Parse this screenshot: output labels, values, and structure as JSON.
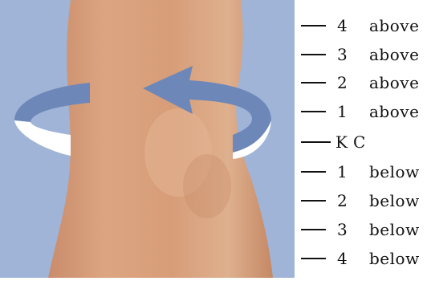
{
  "diagram": {
    "levels": [
      {
        "num": "4",
        "word": "above"
      },
      {
        "num": "3",
        "word": "above"
      },
      {
        "num": "2",
        "word": "above"
      },
      {
        "num": "1",
        "word": "above"
      },
      {
        "num": "K",
        "word": "C"
      },
      {
        "num": "1",
        "word": "below"
      },
      {
        "num": "2",
        "word": "below"
      },
      {
        "num": "3",
        "word": "below"
      },
      {
        "num": "4",
        "word": "below"
      }
    ],
    "colors": {
      "background": "#9fb4d6",
      "skin": "#d7a07e",
      "arrow": "#6d87b8",
      "arrow_underside": "#ffffff",
      "tick": "#111111"
    },
    "icons": [
      "circular-arrow-icon"
    ]
  }
}
